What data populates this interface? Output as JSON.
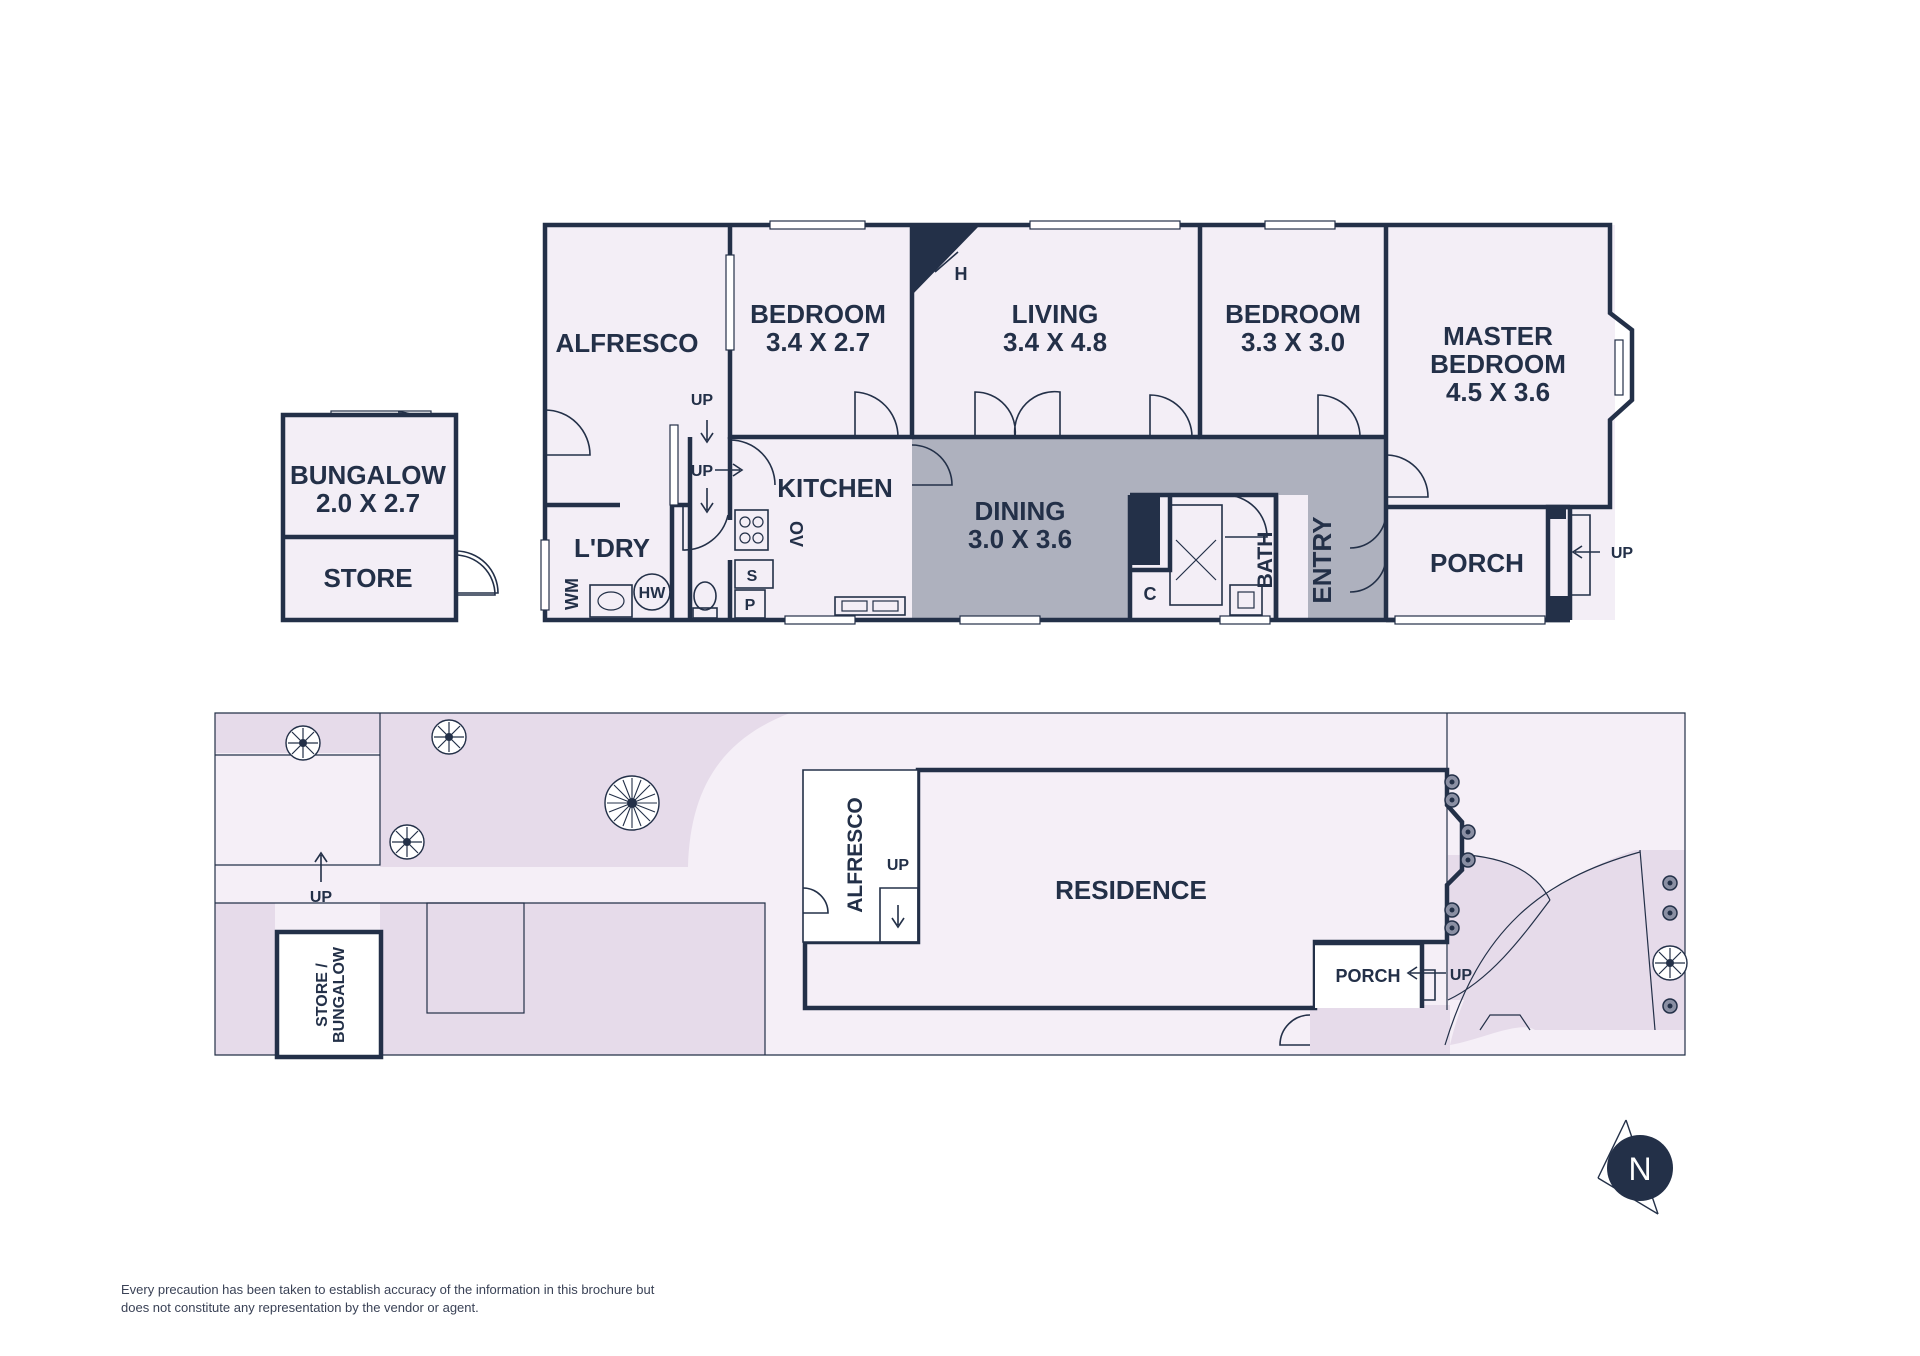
{
  "floorplan": {
    "rooms": {
      "alfresco": {
        "name": "ALFRESCO"
      },
      "bedroom_left": {
        "name": "BEDROOM",
        "size": "3.4 X 2.7"
      },
      "living": {
        "name": "LIVING",
        "size": "3.4 X 4.8"
      },
      "bedroom_right": {
        "name": "BEDROOM",
        "size": "3.3 X 3.0"
      },
      "master": {
        "name_line1": "MASTER",
        "name_line2": "BEDROOM",
        "size": "4.5 X 3.6"
      },
      "bungalow": {
        "name": "BUNGALOW",
        "size": "2.0 X 2.7"
      },
      "store": {
        "name": "STORE"
      },
      "laundry": {
        "name": "L'DRY"
      },
      "kitchen": {
        "name": "KITCHEN"
      },
      "dining": {
        "name": "DINING",
        "size": "3.0 X 3.6"
      },
      "bath": {
        "name": "BATH"
      },
      "entry": {
        "name": "ENTRY"
      },
      "porch": {
        "name": "PORCH"
      }
    },
    "fixtures": {
      "heater": "H",
      "washing_machine": "WM",
      "hot_water": "HW",
      "oven": "OV",
      "sink": "S",
      "pantry": "P",
      "cupboard": "C",
      "up_alfresco": "UP",
      "up_kitchen": "UP",
      "up_porch": "UP"
    }
  },
  "siteplan": {
    "residence": "RESIDENCE",
    "alfresco": "ALFRESCO",
    "porch": "PORCH",
    "store_bungalow_line1": "STORE /",
    "store_bungalow_line2": "BUNGALOW",
    "up_yard": "UP",
    "up_alfresco": "UP",
    "up_porch": "UP"
  },
  "compass": {
    "north": "N"
  },
  "disclaimer": "Every precaution has been taken to establish accuracy of the information in this brochure but does not constitute any representation by the vendor or agent.",
  "colors": {
    "wall": "#233048",
    "room_fill": "#f3eef6",
    "dining_fill": "#aeb1be",
    "garden_fill": "#e6dbea"
  }
}
